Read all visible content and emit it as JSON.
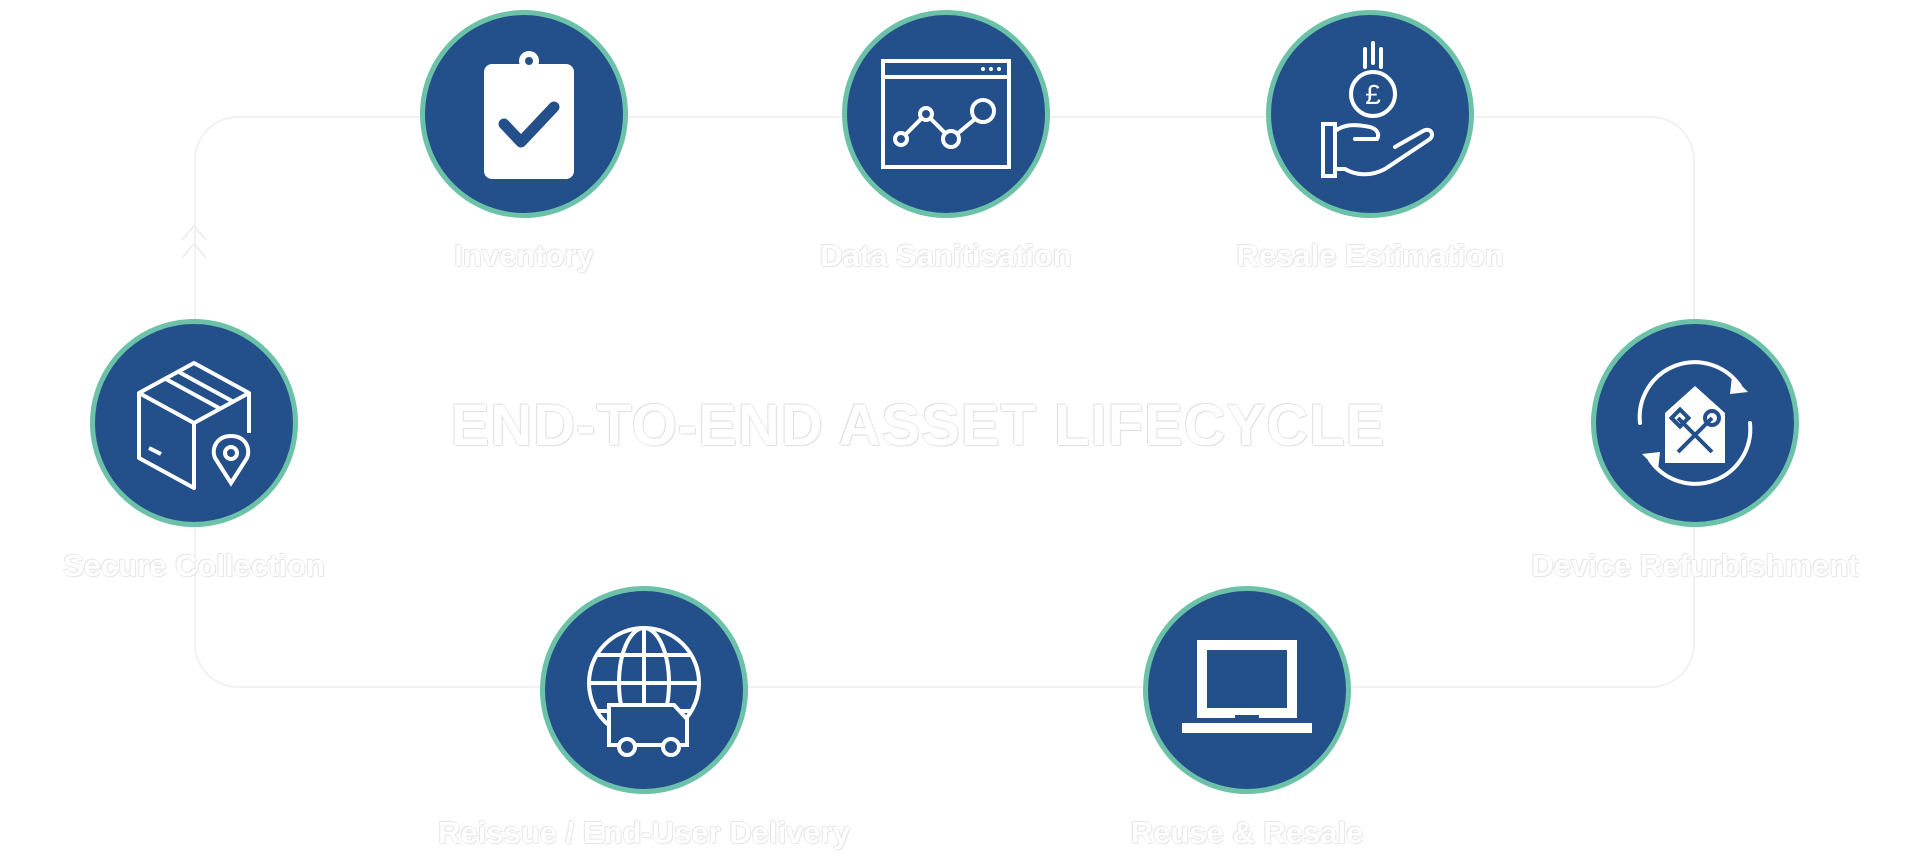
{
  "title": "END-TO-END ASSET LIFECYCLE",
  "colors": {
    "circle": "#23508a",
    "ring": "#6cc1a9",
    "connector": "#f1f1f1"
  },
  "steps": [
    {
      "label": "Inventory",
      "icon": "clipboard-check-icon"
    },
    {
      "label": "Data Sanitisation",
      "icon": "analytics-window-icon"
    },
    {
      "label": "Resale Estimation",
      "icon": "hand-pound-coin-icon"
    },
    {
      "label": "Device Refurbishment",
      "icon": "refurbish-tools-icon"
    },
    {
      "label": "Reuse & Resale",
      "icon": "laptop-icon"
    },
    {
      "label": "Reissue / End-User Delivery",
      "icon": "globe-delivery-truck-icon"
    },
    {
      "label": "Secure Collection",
      "icon": "box-location-icon"
    }
  ]
}
